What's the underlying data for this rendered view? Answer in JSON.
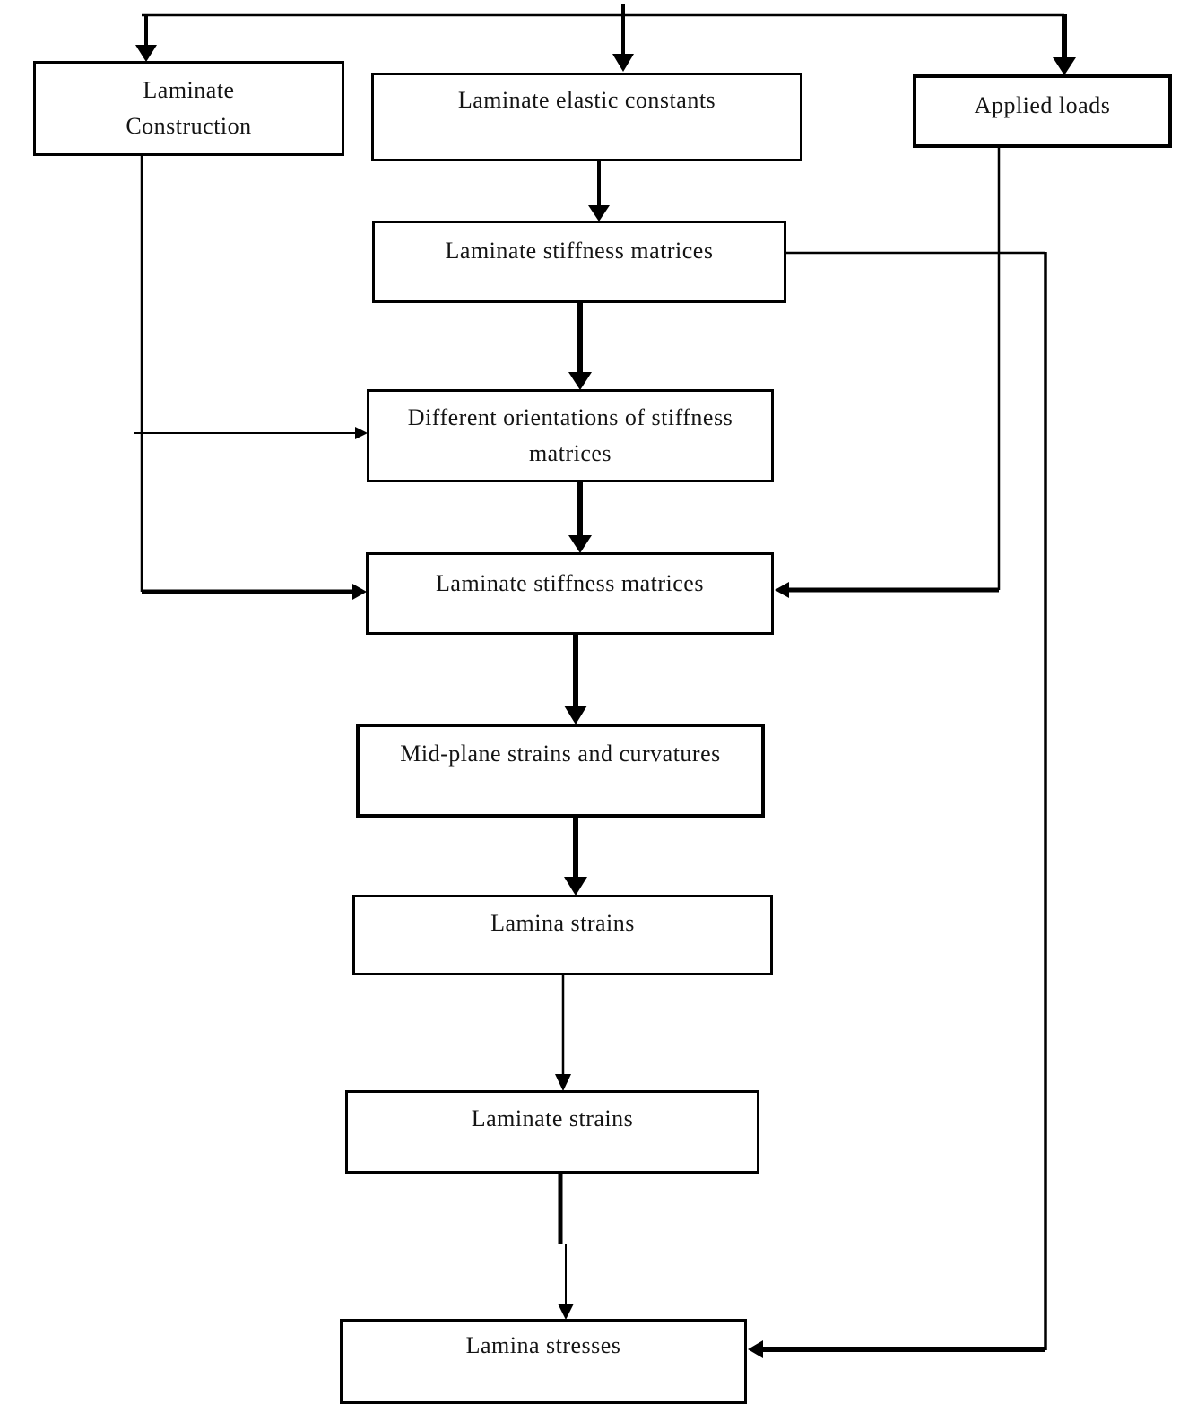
{
  "diagram": {
    "title": "Laminate analysis flowchart",
    "colors": {
      "line": "#000000",
      "background": "#ffffff",
      "text": "#141414"
    },
    "nodes": [
      {
        "id": "laminate-construction",
        "label": "Laminate Construction",
        "lines": [
          "Laminate",
          "Construction"
        ]
      },
      {
        "id": "laminate-elastic-constants",
        "label": "Laminate elastic constants"
      },
      {
        "id": "applied-loads",
        "label": "Applied loads"
      },
      {
        "id": "laminate-stiffness-matrices-1",
        "label": "Laminate stiffness matrices"
      },
      {
        "id": "different-orientations-of-stiffness-matrices",
        "label": "Different orientations of stiffness matrices"
      },
      {
        "id": "laminate-stiffness-matrices-2",
        "label": "Laminate stiffness matrices"
      },
      {
        "id": "mid-plane-strains-and-curvatures",
        "label": "Mid-plane strains and curvatures"
      },
      {
        "id": "lamina-strains",
        "label": "Lamina strains"
      },
      {
        "id": "laminate-strains",
        "label": "Laminate strains"
      },
      {
        "id": "lamina-stresses",
        "label": "Lamina stresses"
      }
    ],
    "edges": [
      {
        "from": "top-rail",
        "to": "laminate-construction",
        "style": "arrow"
      },
      {
        "from": "top-rail",
        "to": "laminate-elastic-constants",
        "style": "arrow"
      },
      {
        "from": "top-rail",
        "to": "applied-loads",
        "style": "arrow"
      },
      {
        "from": "laminate-elastic-constants",
        "to": "laminate-stiffness-matrices-1",
        "style": "arrow"
      },
      {
        "from": "laminate-stiffness-matrices-1",
        "to": "different-orientations-of-stiffness-matrices",
        "style": "arrow"
      },
      {
        "from": "laminate-construction",
        "to": "different-orientations-of-stiffness-matrices",
        "style": "thin-arrow"
      },
      {
        "from": "laminate-construction",
        "to": "laminate-stiffness-matrices-2",
        "style": "thick-arrow"
      },
      {
        "from": "different-orientations-of-stiffness-matrices",
        "to": "laminate-stiffness-matrices-2",
        "style": "arrow"
      },
      {
        "from": "applied-loads",
        "to": "laminate-stiffness-matrices-2",
        "style": "thick-arrow"
      },
      {
        "from": "laminate-stiffness-matrices-1",
        "to": "lamina-stresses",
        "style": "thick-arrow"
      },
      {
        "from": "laminate-stiffness-matrices-2",
        "to": "mid-plane-strains-and-curvatures",
        "style": "arrow"
      },
      {
        "from": "mid-plane-strains-and-curvatures",
        "to": "lamina-strains",
        "style": "arrow"
      },
      {
        "from": "lamina-strains",
        "to": "laminate-strains",
        "style": "arrow"
      },
      {
        "from": "laminate-strains",
        "to": "lamina-stresses",
        "style": "arrow"
      }
    ]
  }
}
